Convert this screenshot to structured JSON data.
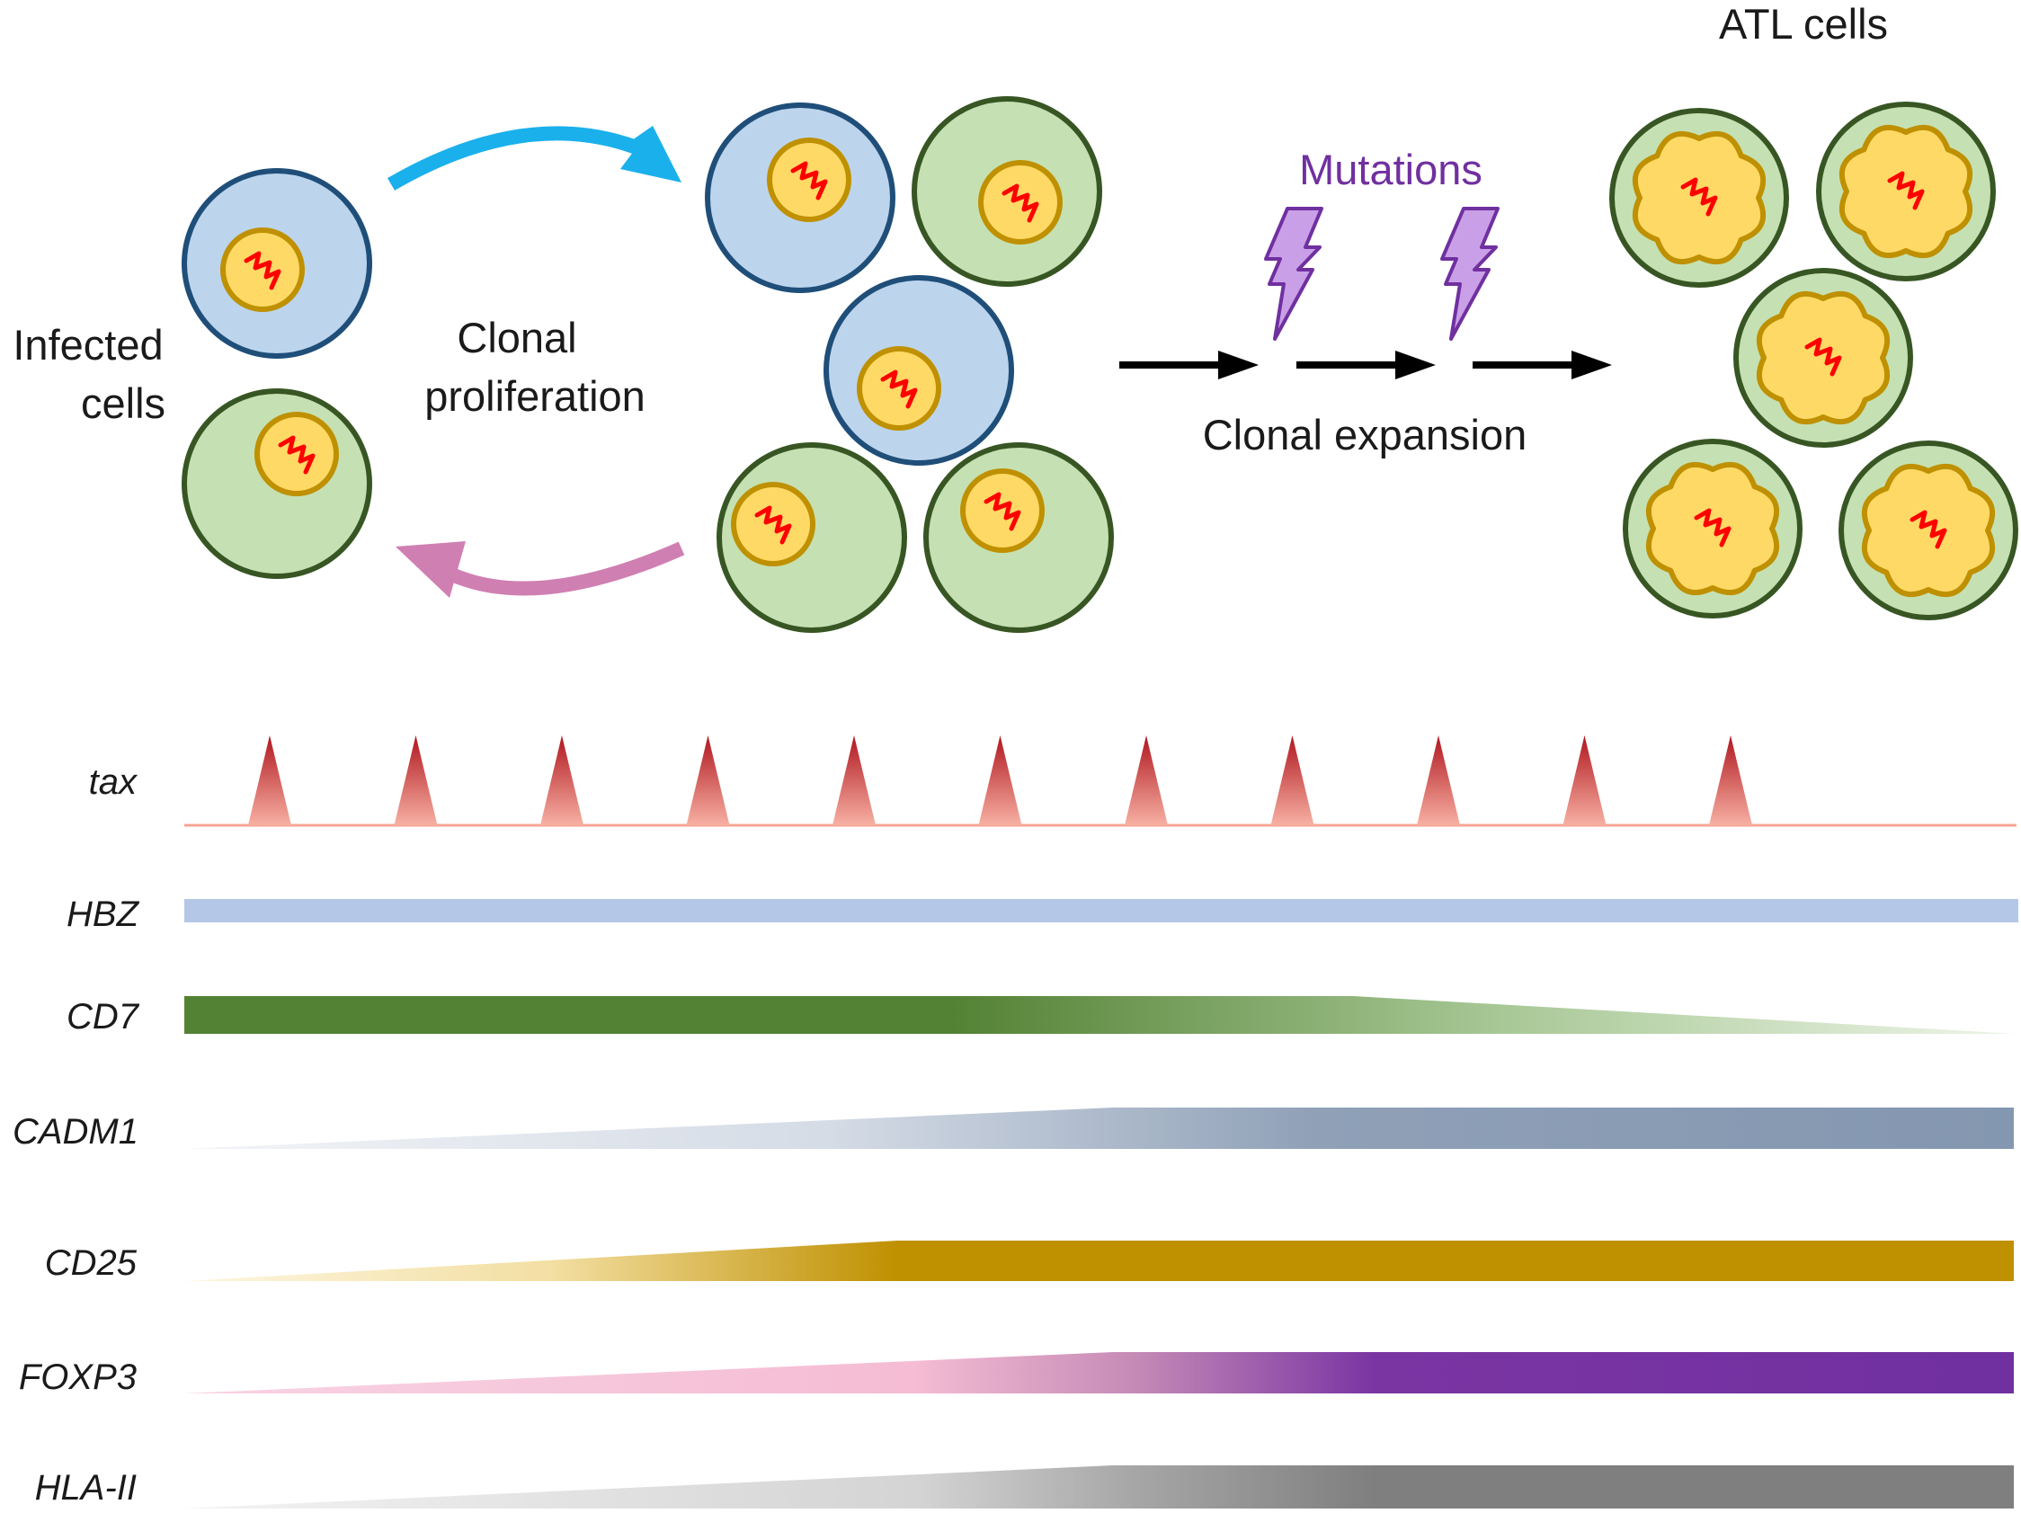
{
  "labels": {
    "infected_line1": "Infected",
    "infected_line2": "cells",
    "clonal_prolif_line1": "Clonal",
    "clonal_prolif_line2": "proliferation",
    "mutations": "Mutations",
    "clonal_expansion": "Clonal expansion",
    "atl_cells": "ATL cells"
  },
  "genes": {
    "tax": "tax",
    "hbz": "HBZ",
    "cd7": "CD7",
    "cadm1": "CADM1",
    "cd25": "CD25",
    "foxp3": "FOXP3",
    "hla": "HLA-II"
  },
  "colors": {
    "blue_arrow": "#1ab0ec",
    "pink_arrow": "#d07fb2",
    "mutation": "#7030a0",
    "blue_cell_fill": "#bcd5ed",
    "blue_cell_stroke": "#1f4e79",
    "green_cell_fill": "#c5e1b3",
    "green_cell_stroke": "#375623",
    "nucleus_fill": "#ffd966",
    "nucleus_stroke": "#bf9000",
    "provirus": "#ff0000",
    "tax_peak": "#c0392b",
    "hbz": "#b4c7e7",
    "cd7": "#548235",
    "cadm1": "#8497b0",
    "cd25": "#bf9000",
    "foxp3": "#7030a0",
    "hla": "#7f7f7f"
  }
}
